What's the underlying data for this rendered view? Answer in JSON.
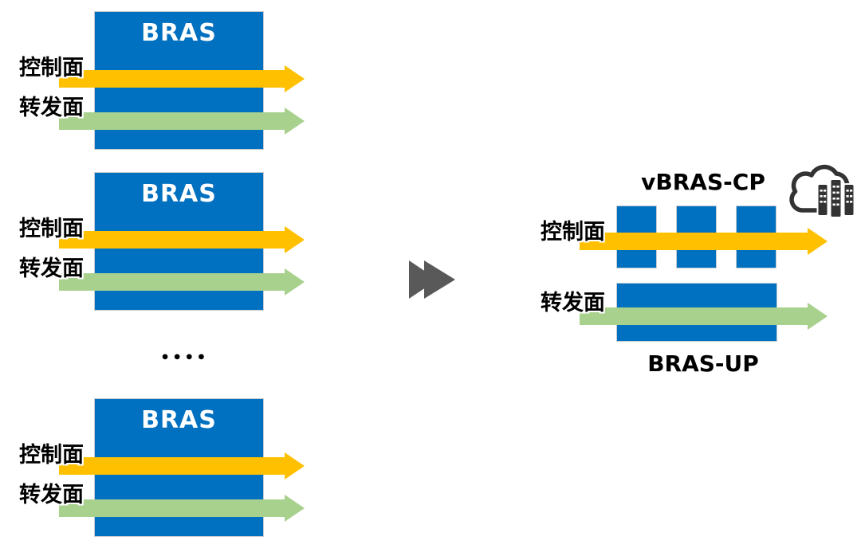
{
  "colors": {
    "box_blue": "#0070C0",
    "control_orange": "#FFC000",
    "forward_green": "#A9D18E",
    "transform_arrow_gray": "#595959",
    "label_black": "#000000",
    "box_label_white": "#FFFFFF",
    "icon_dark": "#333333",
    "box_border_gray": "#C6CBD1"
  },
  "left_column": {
    "bras_groups": [
      {
        "box_label": "BRAS",
        "control_plane_label": "控制面",
        "forwarding_plane_label": "转发面"
      },
      {
        "box_label": "BRAS",
        "control_plane_label": "控制面",
        "forwarding_plane_label": "转发面"
      },
      {
        "box_label": "BRAS",
        "control_plane_label": "控制面",
        "forwarding_plane_label": "转发面"
      }
    ],
    "ellipsis": "••••"
  },
  "transition": {
    "icon": "fast-forward-icon"
  },
  "right_column": {
    "cp_title": "vBRAS-CP",
    "cloud_icon": "cloud-servers-icon",
    "cp_instance_count": 3,
    "control_plane_label": "控制面",
    "forwarding_plane_label": "转发面",
    "up_title": "BRAS-UP"
  }
}
